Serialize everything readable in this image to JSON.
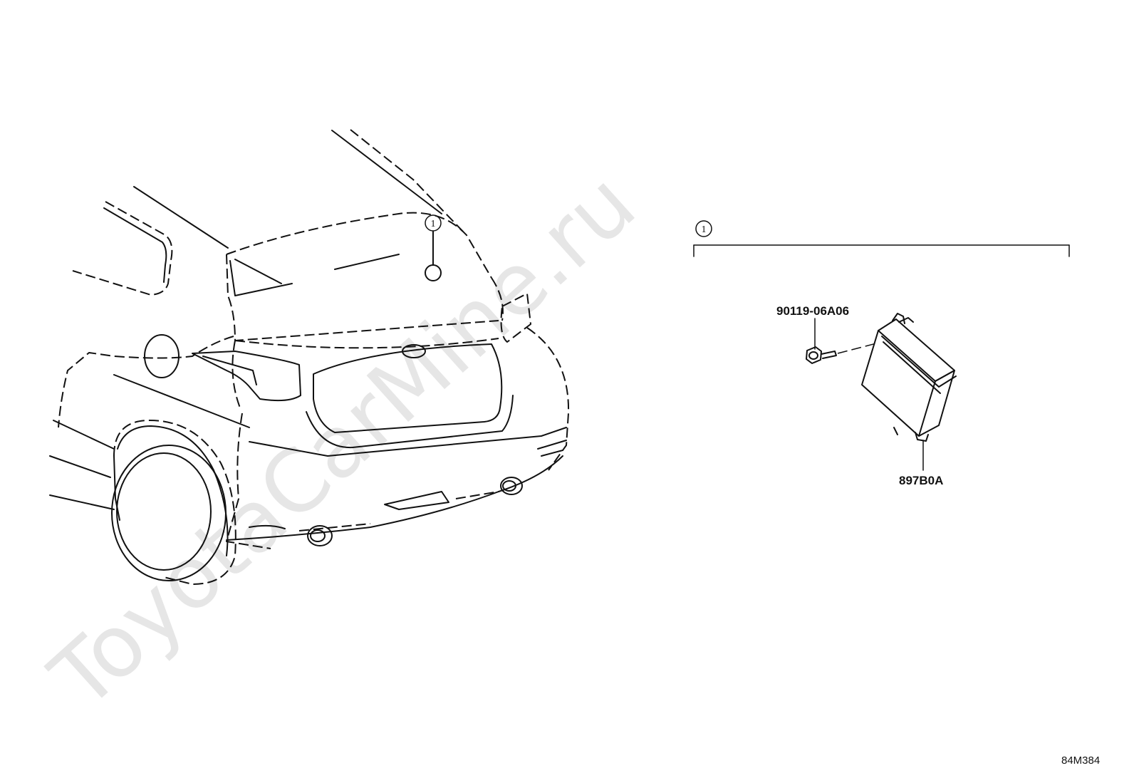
{
  "watermark": "ToyotaCarMine.ru",
  "callouts": {
    "car_marker": "1",
    "group_marker": "1"
  },
  "parts": {
    "bolt": "90119-06A06",
    "module": "897B0A"
  },
  "diagram_code": "84M384"
}
